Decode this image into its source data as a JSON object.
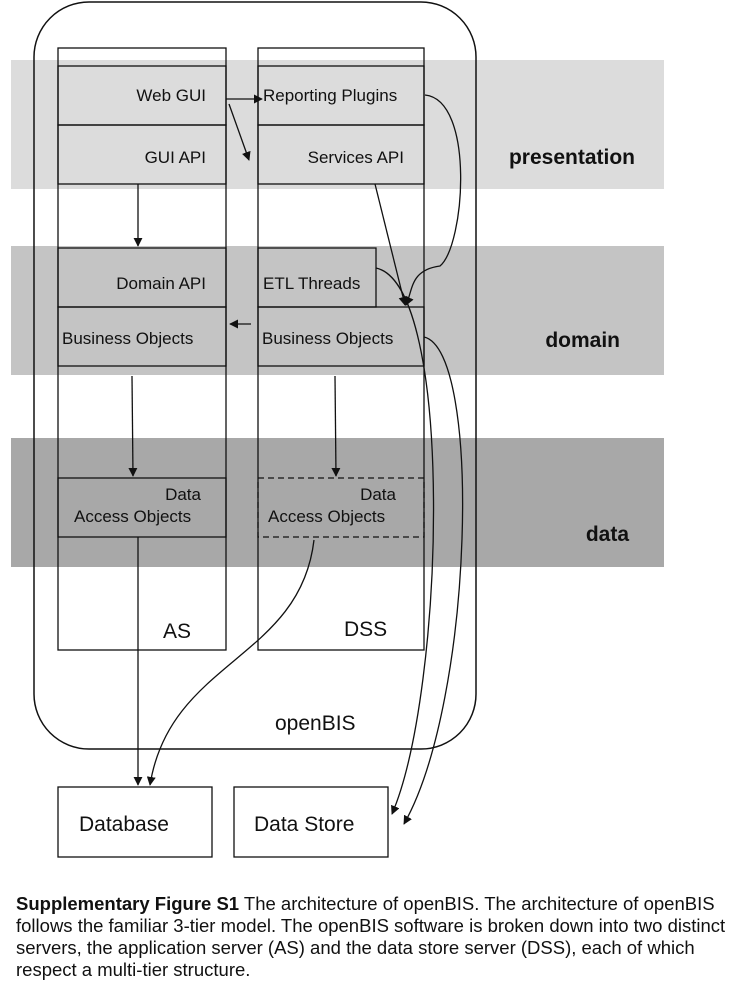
{
  "tiers": {
    "presentation": "presentation",
    "domain": "domain",
    "data": "data"
  },
  "as": {
    "name": "AS",
    "web_gui": "Web GUI",
    "gui_api": "GUI API",
    "domain_api": "Domain API",
    "business_objects": "Business Objects",
    "dao_line1": "Data",
    "dao_line2": "Access Objects"
  },
  "dss": {
    "name": "DSS",
    "reporting_plugins": "Reporting Plugins",
    "services_api": "Services API",
    "etl_threads": "ETL Threads",
    "business_objects": "Business Objects",
    "dao_line1": "Data",
    "dao_line2": "Access Objects"
  },
  "system_label": "openBIS",
  "stores": {
    "database": "Database",
    "data_store": "Data Store"
  },
  "caption": {
    "title": "Supplementary Figure S1",
    "text": " The architecture of openBIS. The architecture of openBIS follows the familiar 3-tier model. The openBIS software is broken down into two distinct servers, the application server (AS) and the data store server (DSS), each of which respect a multi-tier structure."
  },
  "colors": {
    "presentation_band": "#dcdcdc",
    "domain_band": "#c4c4c4",
    "data_band": "#a8a8a8",
    "line": "#111111"
  }
}
